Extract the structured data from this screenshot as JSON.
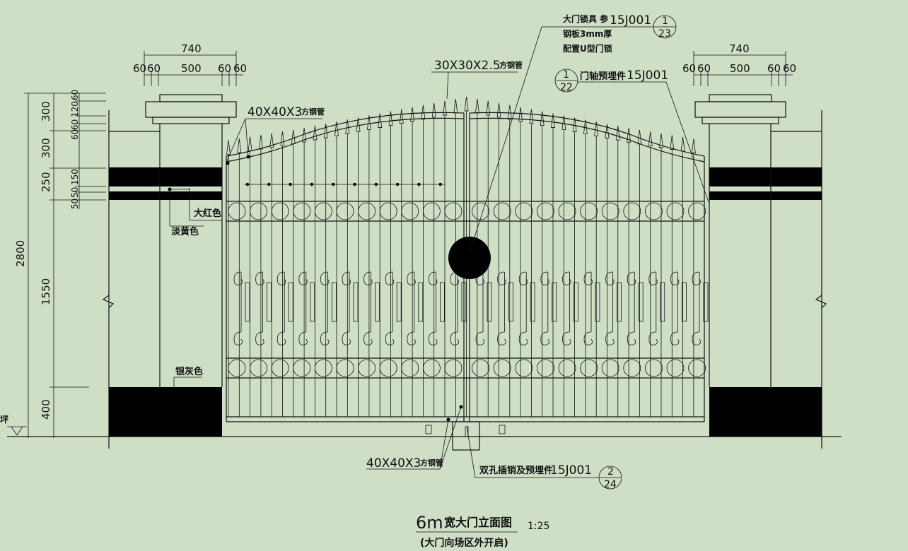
{
  "colors": {
    "background": "#cfdfc6",
    "ink": "#111111",
    "band": "#000000"
  },
  "drawing": {
    "title_size": "6m",
    "title_text": "宽大门立面图",
    "scale": "1:25",
    "subtitle": "(大门向场区外开启)"
  },
  "dimensions": {
    "left_top": {
      "total": "740",
      "a": "60",
      "b": "60",
      "mid": "500",
      "c": "60",
      "d": "60"
    },
    "right_top": {
      "total": "740",
      "a": "60",
      "b": "60",
      "mid": "500",
      "c": "60",
      "d": "60"
    },
    "vertical_overall": "2800",
    "vertical_segments": [
      "300",
      "300",
      "250",
      "1550",
      "400"
    ],
    "vertical_small": [
      "60",
      "120",
      "60",
      "60",
      "150",
      "50",
      "50"
    ]
  },
  "annotations": {
    "lock": {
      "text": "大门锁具",
      "ref_prefix": "参",
      "ref": "15J001",
      "num": "1",
      "sheet": "23",
      "line2": "钢板3mm厚",
      "line3": "配置U型门锁"
    },
    "pipe_top": {
      "size": "30X30X2.5",
      "desc": "方钢管"
    },
    "pipe_left": {
      "size": "40X40X3",
      "desc": "方钢管"
    },
    "pipe_bottom": {
      "size": "40X40X3",
      "desc": "方钢管"
    },
    "hinge": {
      "text": "门轴预埋件",
      "ref": "15J001",
      "num": "1",
      "sheet": "22"
    },
    "latch": {
      "text": "双孔插销及预埋件",
      "ref": "15J001",
      "num": "2",
      "sheet": "24"
    },
    "red": "大红色",
    "yellow": "淡黄色",
    "grey": "银灰色",
    "ground": "坪"
  }
}
